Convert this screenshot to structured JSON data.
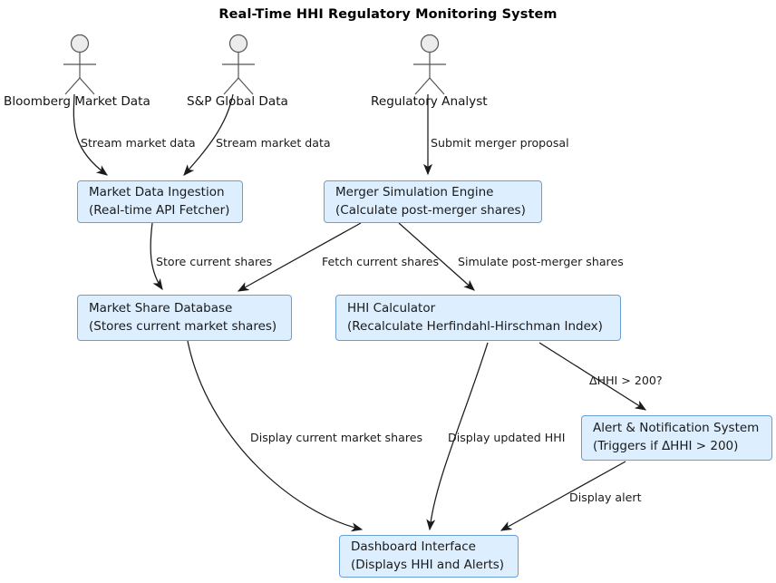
{
  "diagram": {
    "title": "Real-Time HHI Regulatory Monitoring System",
    "type": "flow-diagram",
    "colors": {
      "node_fill": "#ddeeff",
      "node_border": "#6a9fd4",
      "actor_fill": "#ececec",
      "actor_stroke": "#555555",
      "edge_stroke": "#1a1a1a",
      "text": "#1a1a1a",
      "background": "#ffffff"
    },
    "actors": [
      {
        "id": "bloomberg",
        "label": "Bloomberg Market Data"
      },
      {
        "id": "sp_global",
        "label": "S&P Global Data"
      },
      {
        "id": "analyst",
        "label": "Regulatory Analyst"
      }
    ],
    "nodes": [
      {
        "id": "ingestion",
        "line1": "Market Data Ingestion",
        "line2": "(Real-time API Fetcher)"
      },
      {
        "id": "merger",
        "line1": "Merger Simulation Engine",
        "line2": "(Calculate post-merger shares)"
      },
      {
        "id": "database",
        "line1": "Market Share Database",
        "line2": "(Stores current market shares)"
      },
      {
        "id": "calculator",
        "line1": "HHI Calculator",
        "line2": "(Recalculate Herfindahl-Hirschman Index)"
      },
      {
        "id": "alert",
        "line1": "Alert & Notification System",
        "line2": "(Triggers if ΔHHI > 200)"
      },
      {
        "id": "dashboard",
        "line1": "Dashboard Interface",
        "line2": "(Displays HHI and Alerts)"
      }
    ],
    "edges": [
      {
        "id": "e1",
        "from": "bloomberg",
        "to": "ingestion",
        "label": "Stream market data"
      },
      {
        "id": "e2",
        "from": "sp_global",
        "to": "ingestion",
        "label": "Stream market data"
      },
      {
        "id": "e3",
        "from": "analyst",
        "to": "merger",
        "label": "Submit merger proposal"
      },
      {
        "id": "e4",
        "from": "ingestion",
        "to": "database",
        "label": "Store current shares"
      },
      {
        "id": "e5",
        "from": "merger",
        "to": "database",
        "label": "Fetch current shares"
      },
      {
        "id": "e6",
        "from": "merger",
        "to": "calculator",
        "label": "Simulate post-merger shares"
      },
      {
        "id": "e7",
        "from": "calculator",
        "to": "alert",
        "label": "ΔHHI > 200?"
      },
      {
        "id": "e8",
        "from": "calculator",
        "to": "dashboard",
        "label": "Display updated HHI"
      },
      {
        "id": "e9",
        "from": "database",
        "to": "dashboard",
        "label": "Display current market shares"
      },
      {
        "id": "e10",
        "from": "alert",
        "to": "dashboard",
        "label": "Display alert"
      }
    ]
  }
}
